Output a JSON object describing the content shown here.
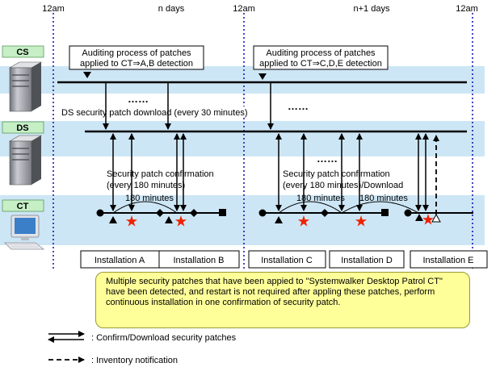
{
  "timeline": {
    "labels": [
      "12am",
      "12am",
      "12am"
    ],
    "day1": "n days",
    "day2": "n+1 days"
  },
  "tiers": {
    "cs": "CS",
    "ds": "DS",
    "ct": "CT"
  },
  "boxes": {
    "audit1_line1": "Auditing process of patches",
    "audit1_line2": "applied to CT⇒A,B detection",
    "audit2_line1": "Auditing process of patches",
    "audit2_line2": "applied to CT⇒C,D,E detection"
  },
  "labels": {
    "ds_download": "DS security patch download (every 30 minutes)",
    "confirm1_line1": "Security patch confirmation",
    "confirm1_line2": "(every 180 minutes)",
    "confirm2_line1": "Security patch confirmation",
    "confirm2_line2": "(every 180 minutes)/Download",
    "interval": "180 minutes",
    "ellipsis": "……"
  },
  "installations": [
    "Installation A",
    "Installation B",
    "Installation C",
    "Installation D",
    "Installation E"
  ],
  "note": "Multiple security patches that have been appied to \"Systemwalker Desktop Patrol CT\" have been detected, and restart is not required after appling these patches, perform continuous installation in one confirmation of security patch.",
  "legend": {
    "confirm_download": ": Confirm/Download security patches",
    "inventory": ": Inventory notification"
  },
  "colors": {
    "band": "#cde6f5",
    "tier_label_bg": "#c6efc6",
    "tier_label_border": "#5a9a5a",
    "dotted_line": "#1a1ab0",
    "star": "#ee2200",
    "note_bg": "#ffff99"
  },
  "icons": [
    "server-icon",
    "server-icon",
    "desktop-computer-icon"
  ]
}
